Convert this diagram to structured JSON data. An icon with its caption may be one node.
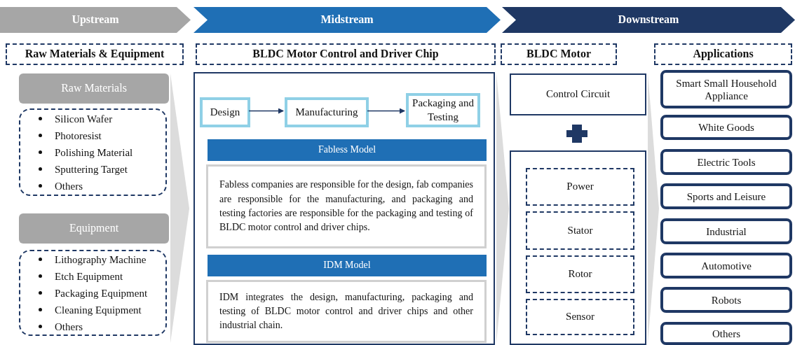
{
  "diagram": {
    "nodes": [
      {
        "text": [
          "Upstream"
        ]
      },
      {
        "text": [
          "Midstream"
        ]
      },
      {
        "text": [
          "Downstream"
        ]
      },
      {
        "text": [
          "Raw Materials & Equipment"
        ]
      },
      {
        "text": [
          "BLDC Motor Control and Driver Chip"
        ]
      },
      {
        "text": [
          "BLDC Motor"
        ]
      },
      {
        "text": [
          "Applications"
        ]
      },
      {
        "text": [
          "Raw Materials"
        ]
      },
      {
        "text": [
          "Silicon Wafer",
          "Photoresist",
          "Polishing Material",
          "Sputtering Target",
          "Others"
        ]
      },
      {
        "text": [
          "Equipment"
        ]
      },
      {
        "text": [
          "Lithography Machine",
          "Etch Equipment",
          "Packaging Equipment",
          "Cleaning Equipment",
          "Others"
        ]
      },
      {
        "text": [],
        "shape": "box"
      },
      {
        "text": [
          "Design"
        ],
        "in": 11
      },
      {
        "text": [
          "Manufacturing"
        ],
        "in": 11
      },
      {
        "text": [
          "Packaging and Testing"
        ],
        "in": 11
      },
      {
        "text": [
          "Fabless Model"
        ],
        "in": 11
      },
      {
        "text": [
          "Fabless companies are responsible for the design, fab companies are responsible for the manufacturing, and packaging and testing factories are responsible for the packaging and testing of BLDC motor control and driver chips."
        ],
        "in": 11
      },
      {
        "text": [
          "IDM Model"
        ],
        "in": 11
      },
      {
        "text": [
          "IDM integrates the design, manufacturing, packaging and testing of BLDC motor control and driver chips and other industrial chain."
        ],
        "in": 11
      },
      {
        "text": [
          "Control Circuit"
        ]
      },
      {
        "text": [],
        "shape": "box"
      },
      {
        "text": [
          "Power"
        ],
        "in": 20
      },
      {
        "text": [
          "Stator"
        ],
        "in": 20
      },
      {
        "text": [
          "Rotor"
        ],
        "in": 20
      },
      {
        "text": [
          "Sensor"
        ],
        "in": 20
      },
      {
        "text": [
          "Smart Small Household Appliance"
        ]
      },
      {
        "text": [
          "White Goods"
        ]
      },
      {
        "text": [
          "Electric Tools"
        ]
      },
      {
        "text": [
          "Sports and Leisure"
        ]
      },
      {
        "text": [
          "Industrial"
        ]
      },
      {
        "text": [
          "Automotive"
        ]
      },
      {
        "text": [
          "Robots"
        ]
      },
      {
        "text": [
          "Others"
        ]
      }
    ],
    "edges": [
      {
        "from": 12,
        "to": 13,
        "arrow": "to"
      },
      {
        "from": 13,
        "to": 14,
        "arrow": "to"
      }
    ]
  }
}
